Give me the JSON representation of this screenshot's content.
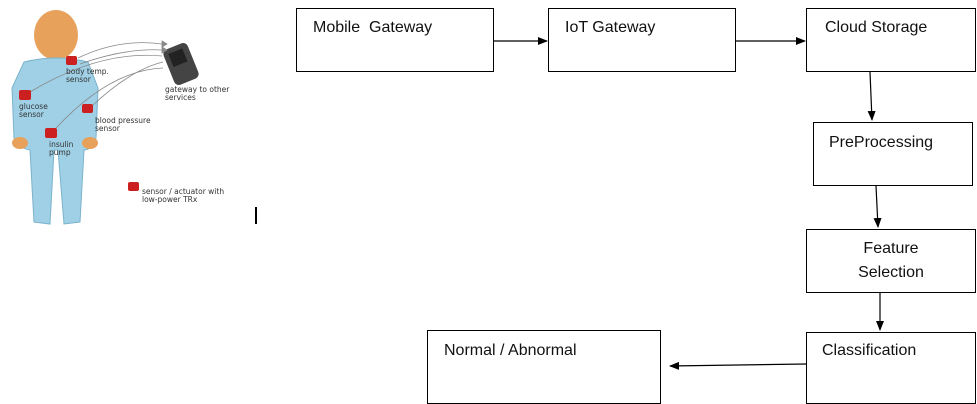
{
  "illustration": {
    "labels": {
      "body_temp": "body temp. sensor",
      "glucose": "glucose sensor",
      "blood_pressure": "blood pressure sensor",
      "insulin": "insulin pump",
      "gateway": "gateway to other services",
      "legend": "sensor / actuator with low-power TRx"
    },
    "colors": {
      "skin": "#e8a15a",
      "suit": "#9fd0e6",
      "sensor": "#cc1f1f"
    }
  },
  "flow": {
    "mobile_gateway": "Mobile  Gateway",
    "iot_gateway": "IoT Gateway",
    "cloud_storage": "Cloud Storage",
    "preprocessing": "PreProcessing",
    "feature_line1": "Feature",
    "feature_line2": "Selection",
    "classification": "Classification",
    "normal_abnormal": "Normal / Abnormal"
  }
}
